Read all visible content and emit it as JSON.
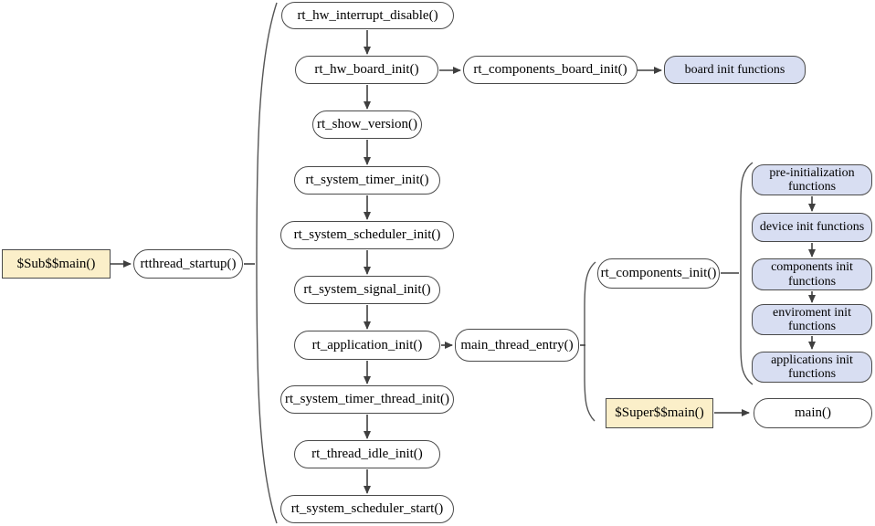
{
  "colors": {
    "node_border": "#4a4a4a",
    "arrow": "#3f3f3f",
    "brace": "#555555",
    "tan_fill": "#fbefc9",
    "blue_fill": "#d8def2",
    "white_fill": "#ffffff",
    "text": "#000000"
  },
  "nodes": {
    "sub_main": "$Sub$$main()",
    "rtthread_startup": "rtthread_startup()",
    "rt_hw_interrupt_disable": "rt_hw_interrupt_disable()",
    "rt_hw_board_init": "rt_hw_board_init()",
    "rt_components_board_init": "rt_components_board_init()",
    "board_init_functions": "board init functions",
    "rt_show_version": "rt_show_version()",
    "rt_system_timer_init": "rt_system_timer_init()",
    "rt_system_scheduler_init": "rt_system_scheduler_init()",
    "rt_system_signal_init": "rt_system_signal_init()",
    "rt_application_init": "rt_application_init()",
    "main_thread_entry": "main_thread_entry()",
    "rt_components_init": "rt_components_init()",
    "pre_initialization_functions": "pre-initialization functions",
    "device_init_functions": "device init functions",
    "components_init_functions": "components init functions",
    "enviroment_init_functions": "enviroment init functions",
    "applications_init_functions": "applications init functions",
    "rt_system_timer_thread_init": "rt_system_timer_thread_init()",
    "rt_thread_idle_init": "rt_thread_idle_init()",
    "rt_system_scheduler_start": "rt_system_scheduler_start()",
    "super_main": "$Super$$main()",
    "main": "main()"
  }
}
